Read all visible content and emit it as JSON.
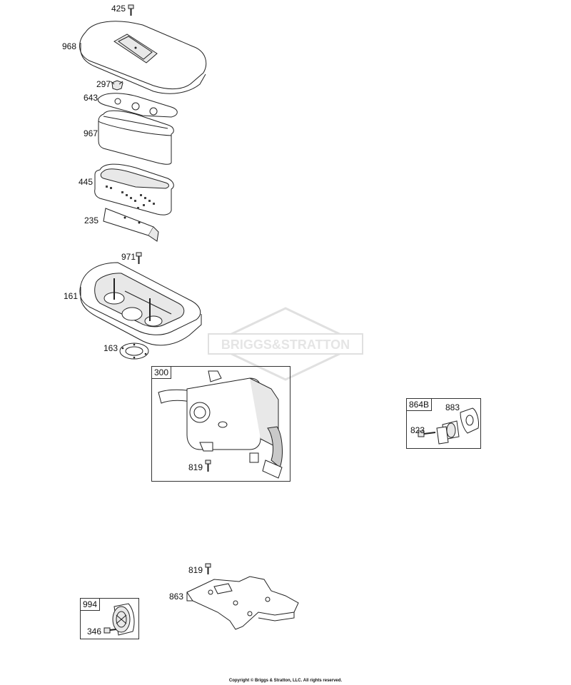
{
  "watermark": "BRIGGS&STRATTON",
  "copyright": "Copyright © Briggs & Stratton, LLC. All rights reserved.",
  "labels": {
    "p425": "425",
    "p968": "968",
    "p297": "297",
    "p643": "643",
    "p967": "967",
    "p445": "445",
    "p235": "235",
    "p971": "971",
    "p161": "161",
    "p163": "163",
    "p819a": "819",
    "p883": "883",
    "p823": "823",
    "p819b": "819",
    "p863": "863",
    "p346": "346"
  },
  "boxes": {
    "b300": "300",
    "b864B": "864B",
    "b994": "994"
  }
}
